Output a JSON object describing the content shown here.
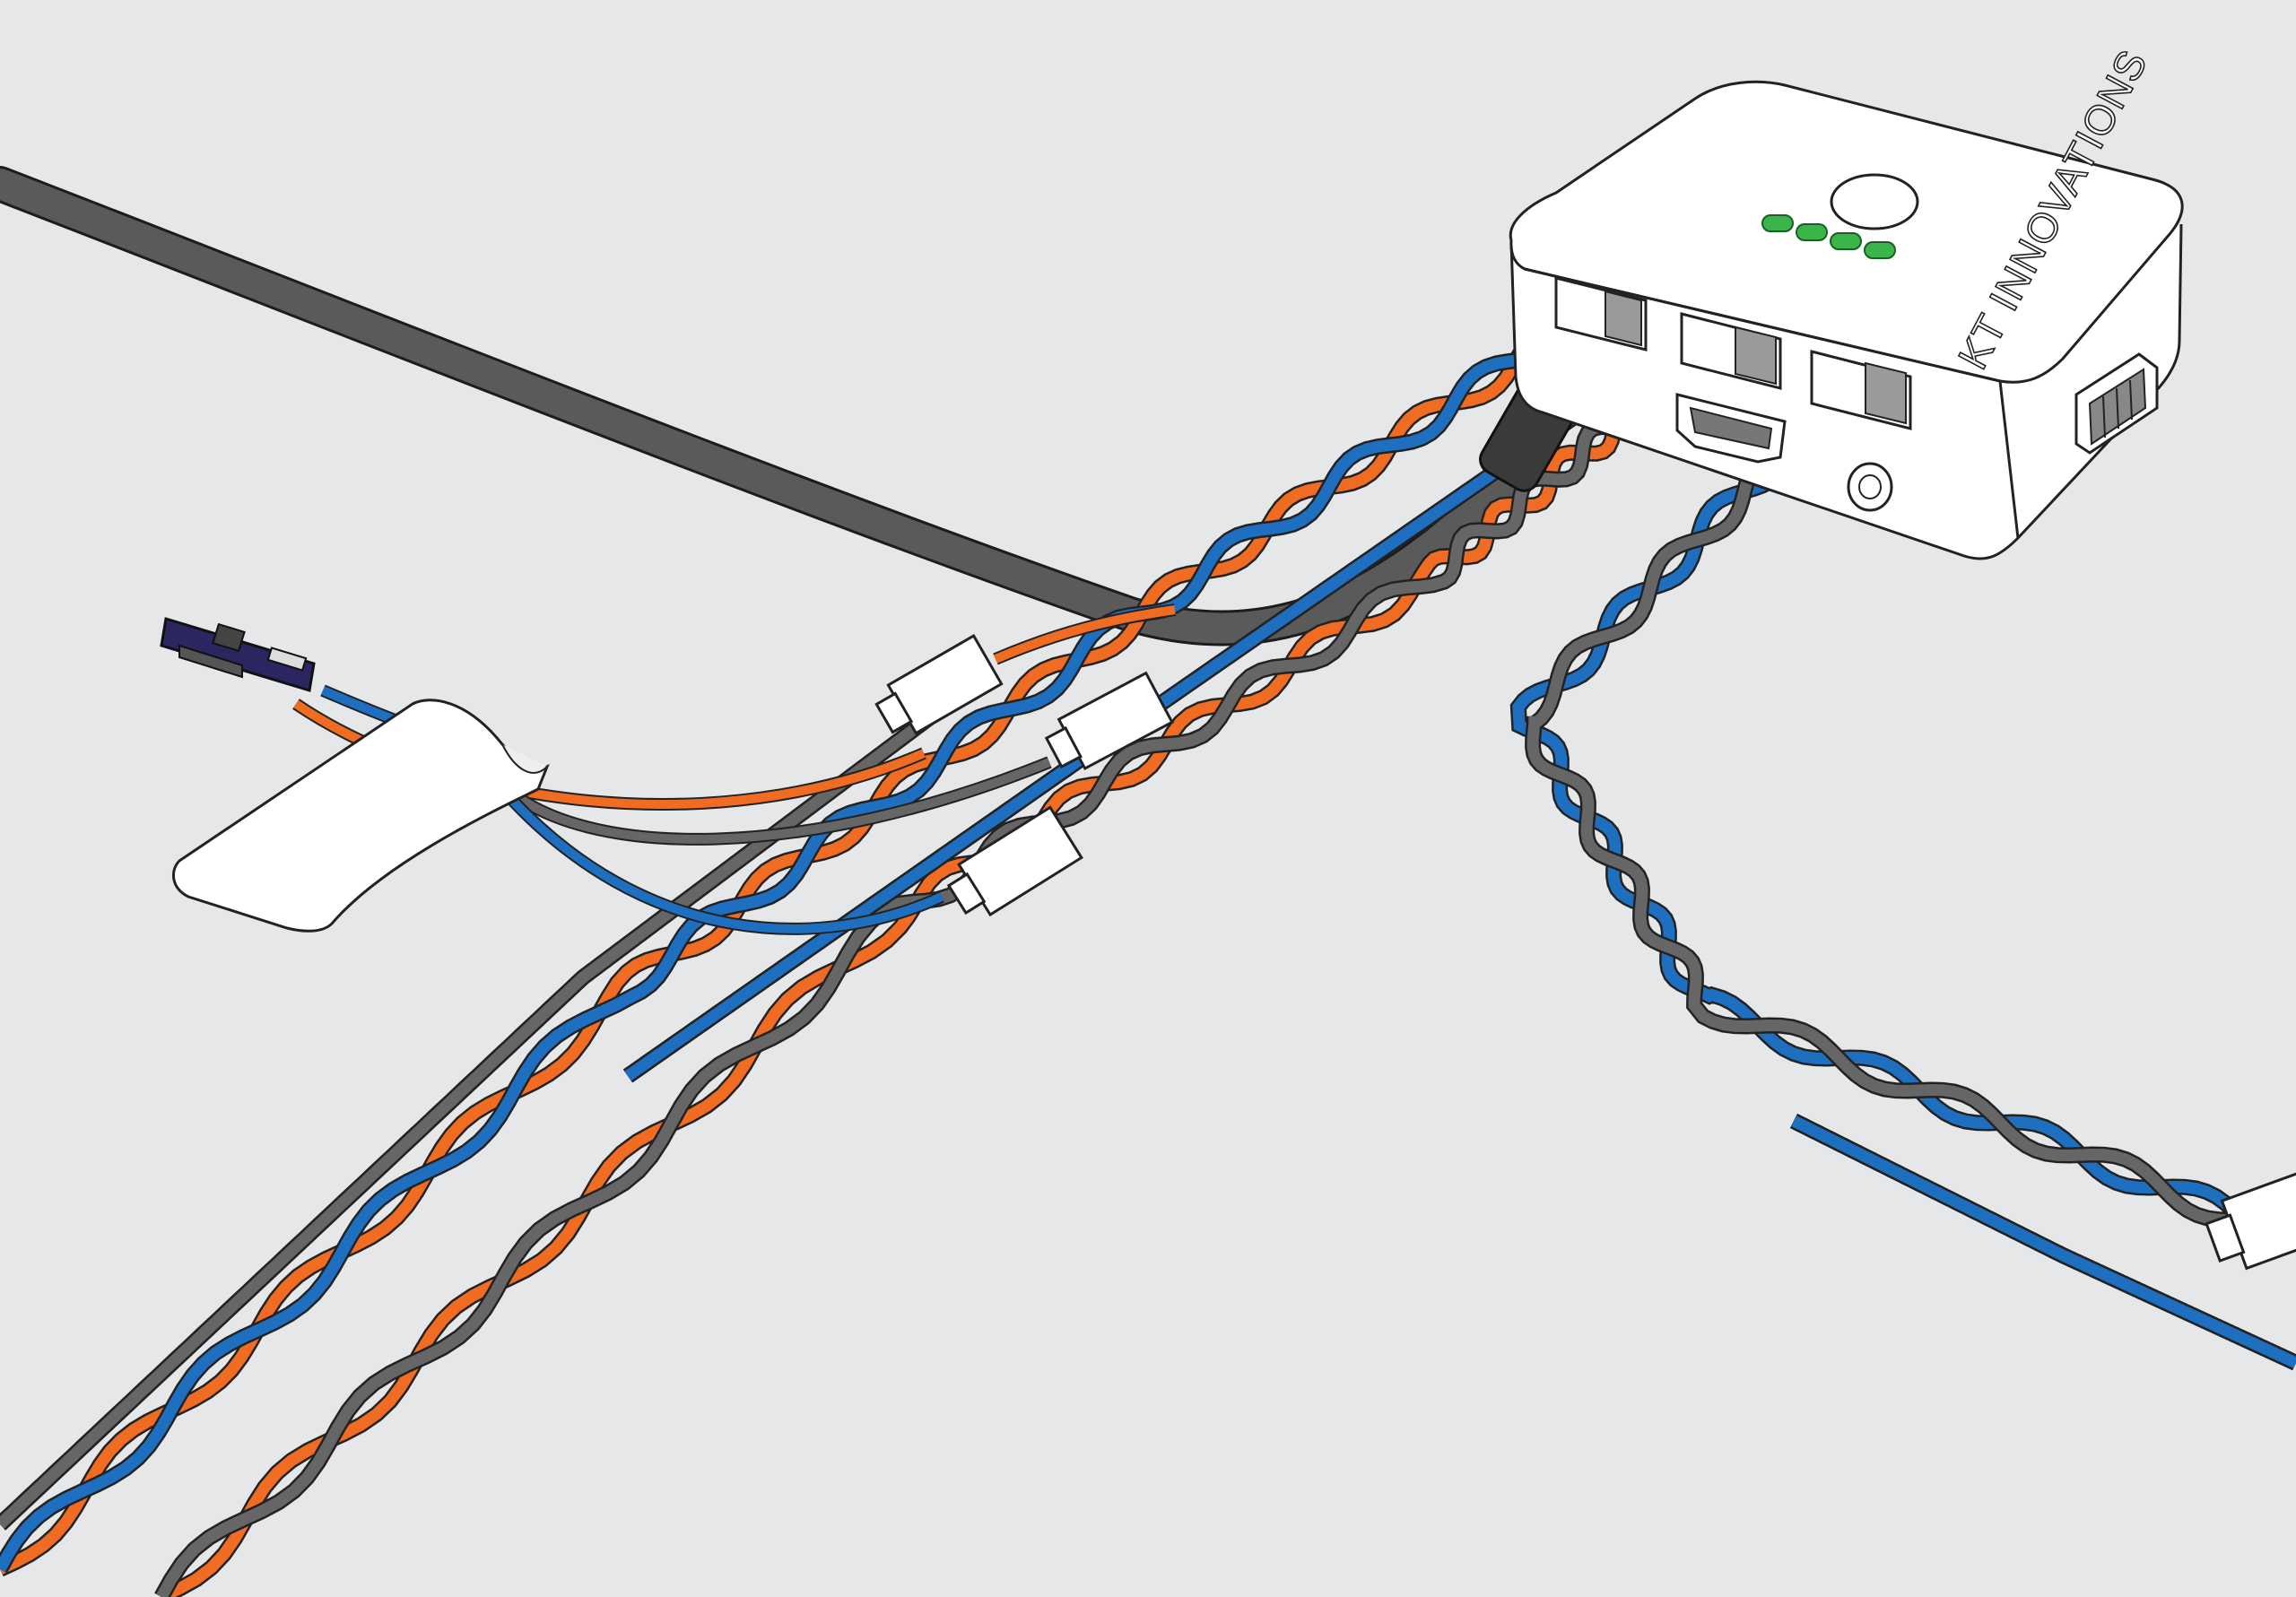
{
  "device": {
    "brand_text": "KT INNOVATIONS",
    "led_color": "#39b54a",
    "body_color": "#ffffff"
  },
  "wire_colors": {
    "orange": "#ef6c22",
    "blue": "#1f6fc0",
    "gray": "#666666",
    "power_cable": "#5a5a5a"
  },
  "background_color": "#e6e7e8",
  "components": [
    "hub-device",
    "power-cable",
    "usb-c-plug",
    "twisted-pair-cables",
    "inline-connectors",
    "sensor-board",
    "adhesive-pad",
    "hdmi-port",
    "audio-jack",
    "side-connector"
  ]
}
